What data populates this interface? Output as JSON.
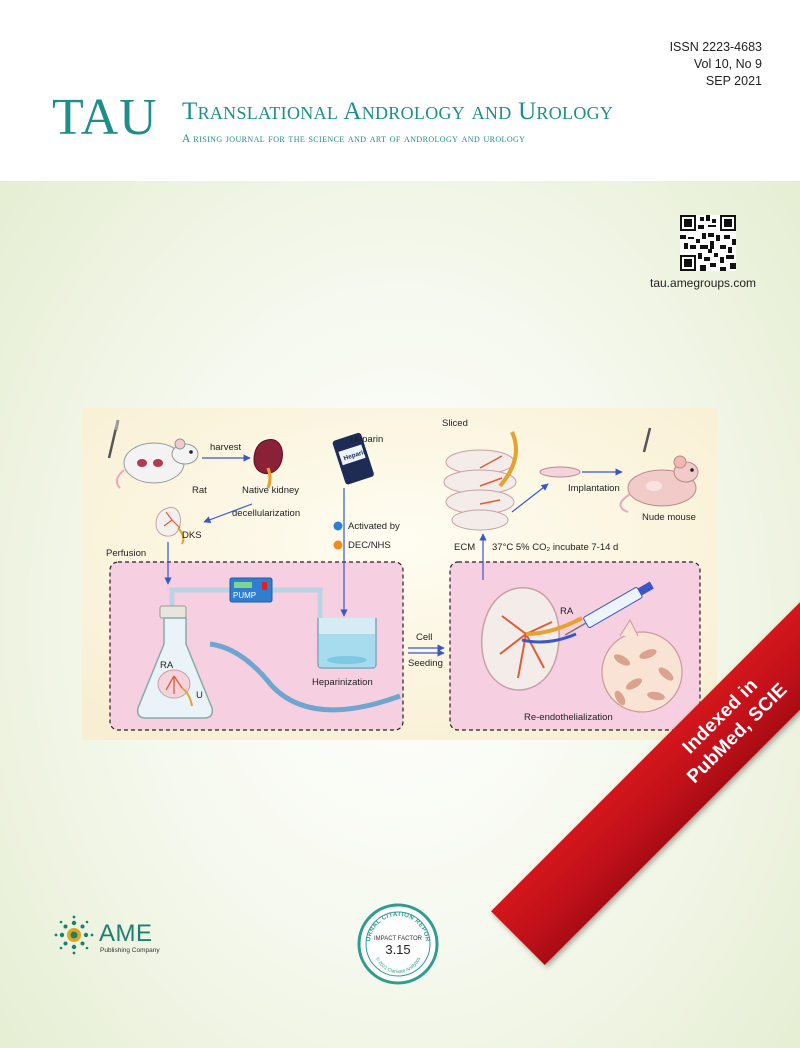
{
  "header": {
    "issn": "ISSN  2223-4683",
    "volume": "Vol 10, No 9",
    "date": "SEP 2021",
    "logo_abbrev": "TAU",
    "title": "Translational Andrology and Urology",
    "subtitle": "A rising journal for the science and art of andrology and urology"
  },
  "qr": {
    "icon": "qr-code-icon"
  },
  "website": "tau.amegroups.com",
  "figure": {
    "labels": {
      "harvest": "harvest",
      "rat": "Rat",
      "native_kidney": "Native kidney",
      "decellularization": "decellularization",
      "heparin": "Heparin",
      "heparin_vial": "Heparin",
      "dks": "DKS",
      "perfusion": "Perfusion",
      "activated_by": "Activated by",
      "dec_nhs": "DEC/NHS",
      "pump": "PUMP",
      "ra_left": "RA",
      "u": "U",
      "heparinization": "Heparinization",
      "cell": "Cell",
      "seeding": "Seeding",
      "sliced": "Sliced",
      "implantation": "Implantation",
      "nude_mouse": "Nude mouse",
      "ecm": "ECM",
      "incubate": "37°C 5% CO₂ incubate 7-14 d",
      "ra_right": "RA",
      "reendo": "Re-endothelialization"
    },
    "colors": {
      "activated_dot": "#2a7fd6",
      "dec_dot": "#f08a1f",
      "arrow": "#3a56c8"
    }
  },
  "ame": {
    "name": "AME",
    "sub": "Publishing Company",
    "icon": "ame-logo-icon",
    "brand_color": "#1d7f70"
  },
  "impact": {
    "arc_text": "JOURNAL CITATION REPORTS",
    "label": "IMPACT FACTOR",
    "value": "3.15",
    "copyright": "© 2021 Clarivate Analytics"
  },
  "ribbon": {
    "line1": "Indexed in",
    "line2": "PubMed, SCIE",
    "color": "#c8141b"
  }
}
